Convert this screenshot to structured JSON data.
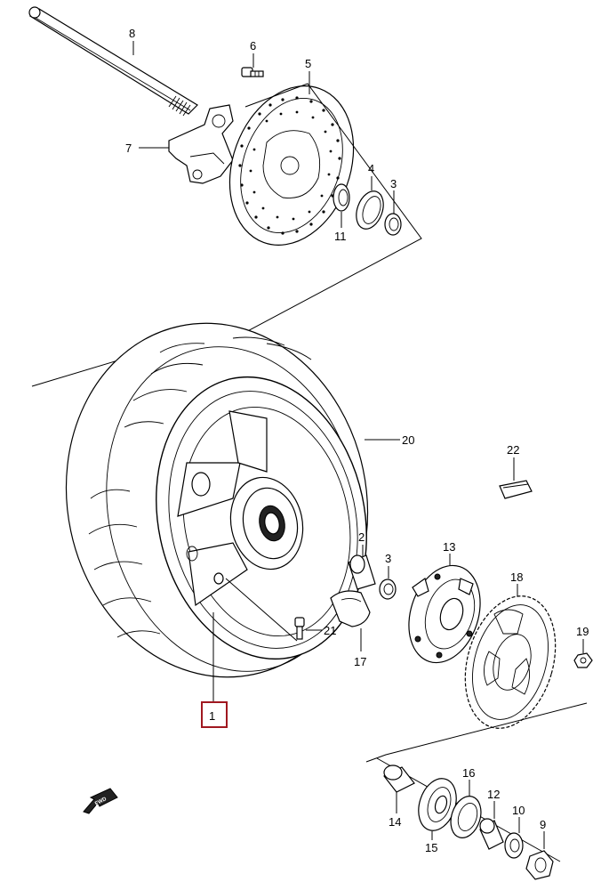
{
  "parts": [
    {
      "id": "axle",
      "number": "8"
    },
    {
      "id": "bolt",
      "number": "6"
    },
    {
      "id": "brake-disc",
      "number": "5"
    },
    {
      "id": "caliper-bracket",
      "number": "7"
    },
    {
      "id": "spacer-4",
      "number": "4"
    },
    {
      "id": "bearing-3-top",
      "number": "3"
    },
    {
      "id": "dust-seal-11",
      "number": "11"
    },
    {
      "id": "tire",
      "number": "20"
    },
    {
      "id": "wheel",
      "number": "1"
    },
    {
      "id": "damper-22",
      "number": "22"
    },
    {
      "id": "collar-2",
      "number": "2"
    },
    {
      "id": "bearing-3-mid",
      "number": "3"
    },
    {
      "id": "valve-21",
      "number": "21"
    },
    {
      "id": "cushion-17",
      "number": "17"
    },
    {
      "id": "drum-13",
      "number": "13"
    },
    {
      "id": "sprocket-18",
      "number": "18"
    },
    {
      "id": "nut-19",
      "number": "19"
    },
    {
      "id": "spacer-14",
      "number": "14"
    },
    {
      "id": "bearing-15",
      "number": "15"
    },
    {
      "id": "seal-16",
      "number": "16"
    },
    {
      "id": "spacer-12",
      "number": "12"
    },
    {
      "id": "washer-10",
      "number": "10"
    },
    {
      "id": "nut-9",
      "number": "9"
    }
  ],
  "fwd_label": "FWD"
}
